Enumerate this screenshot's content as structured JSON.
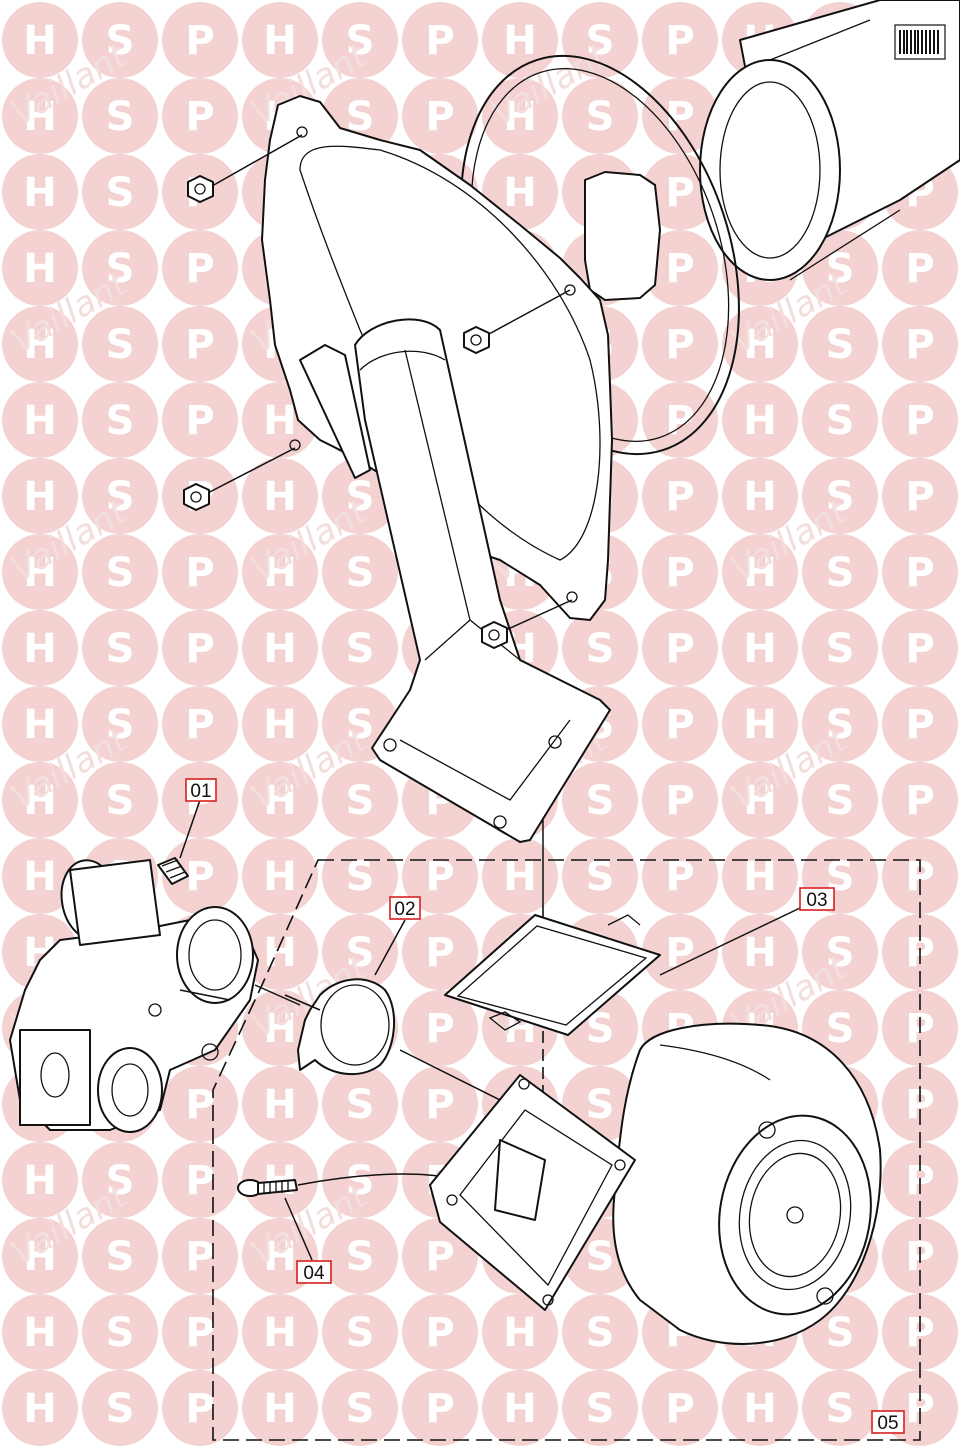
{
  "watermark": {
    "letters": [
      "H",
      "S",
      "P"
    ],
    "brand": "Vaillant",
    "circle_color": "#f4d2d2",
    "brand_color": "#f3dede"
  },
  "callouts": [
    {
      "id": "01",
      "label": "01"
    },
    {
      "id": "02",
      "label": "02"
    },
    {
      "id": "03",
      "label": "03"
    },
    {
      "id": "04",
      "label": "04"
    },
    {
      "id": "05",
      "label": "05"
    }
  ],
  "colors": {
    "line": "#111111",
    "callout_border": "#d92020"
  }
}
